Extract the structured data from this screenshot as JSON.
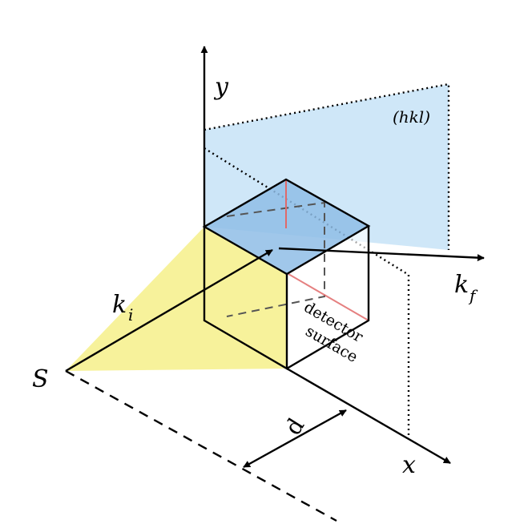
{
  "labels": {
    "axis_y": "y",
    "axis_x": "x",
    "plane": "(hkl)",
    "k_incident": "k",
    "k_incident_sub": "i",
    "k_final": "k",
    "k_final_sub": "f",
    "source": "S",
    "distance": "d",
    "surface_line1": "detector",
    "surface_line2": "surface"
  },
  "colors": {
    "plane_fill": "#cce6f8",
    "cube_top_fill": "#8fbde6",
    "beam_fill": "#f4ee7a",
    "edge_accent": "#e06a6a",
    "stroke": "#000000"
  }
}
